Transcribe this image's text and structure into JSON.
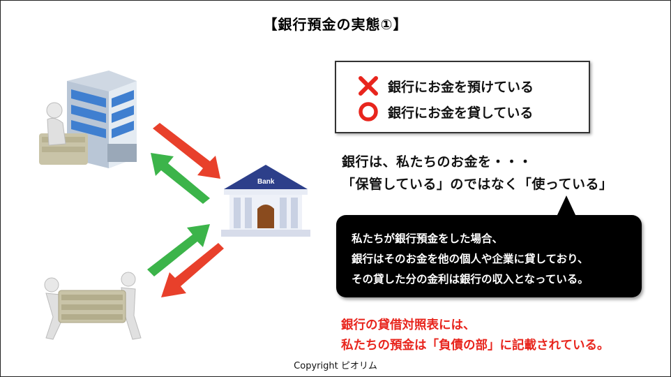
{
  "title": "【銀行預金の実態①】",
  "box": {
    "wrong_text": "銀行にお金を預けている",
    "right_text": "銀行にお金を貸している"
  },
  "statement": {
    "line1": "銀行は、私たちのお金を・・・",
    "line2": "「保管している」のではなく「使っている」"
  },
  "bubble": {
    "line1": "私たちが銀行預金をした場合、",
    "line2": "銀行はそのお金を他の個人や企業に貸しており、",
    "line3": "その貸した分の金利は銀行の収入となっている。"
  },
  "note": {
    "line1": "銀行の貸借対照表には、",
    "line2": "私たちの預金は「負債の部」に記載されている。"
  },
  "bank_sign": "Bank",
  "copyright": "Copyright ピオリム",
  "colors": {
    "red": "#e8251d",
    "green": "#3cb44a",
    "arrow_red": "#e8402b"
  }
}
